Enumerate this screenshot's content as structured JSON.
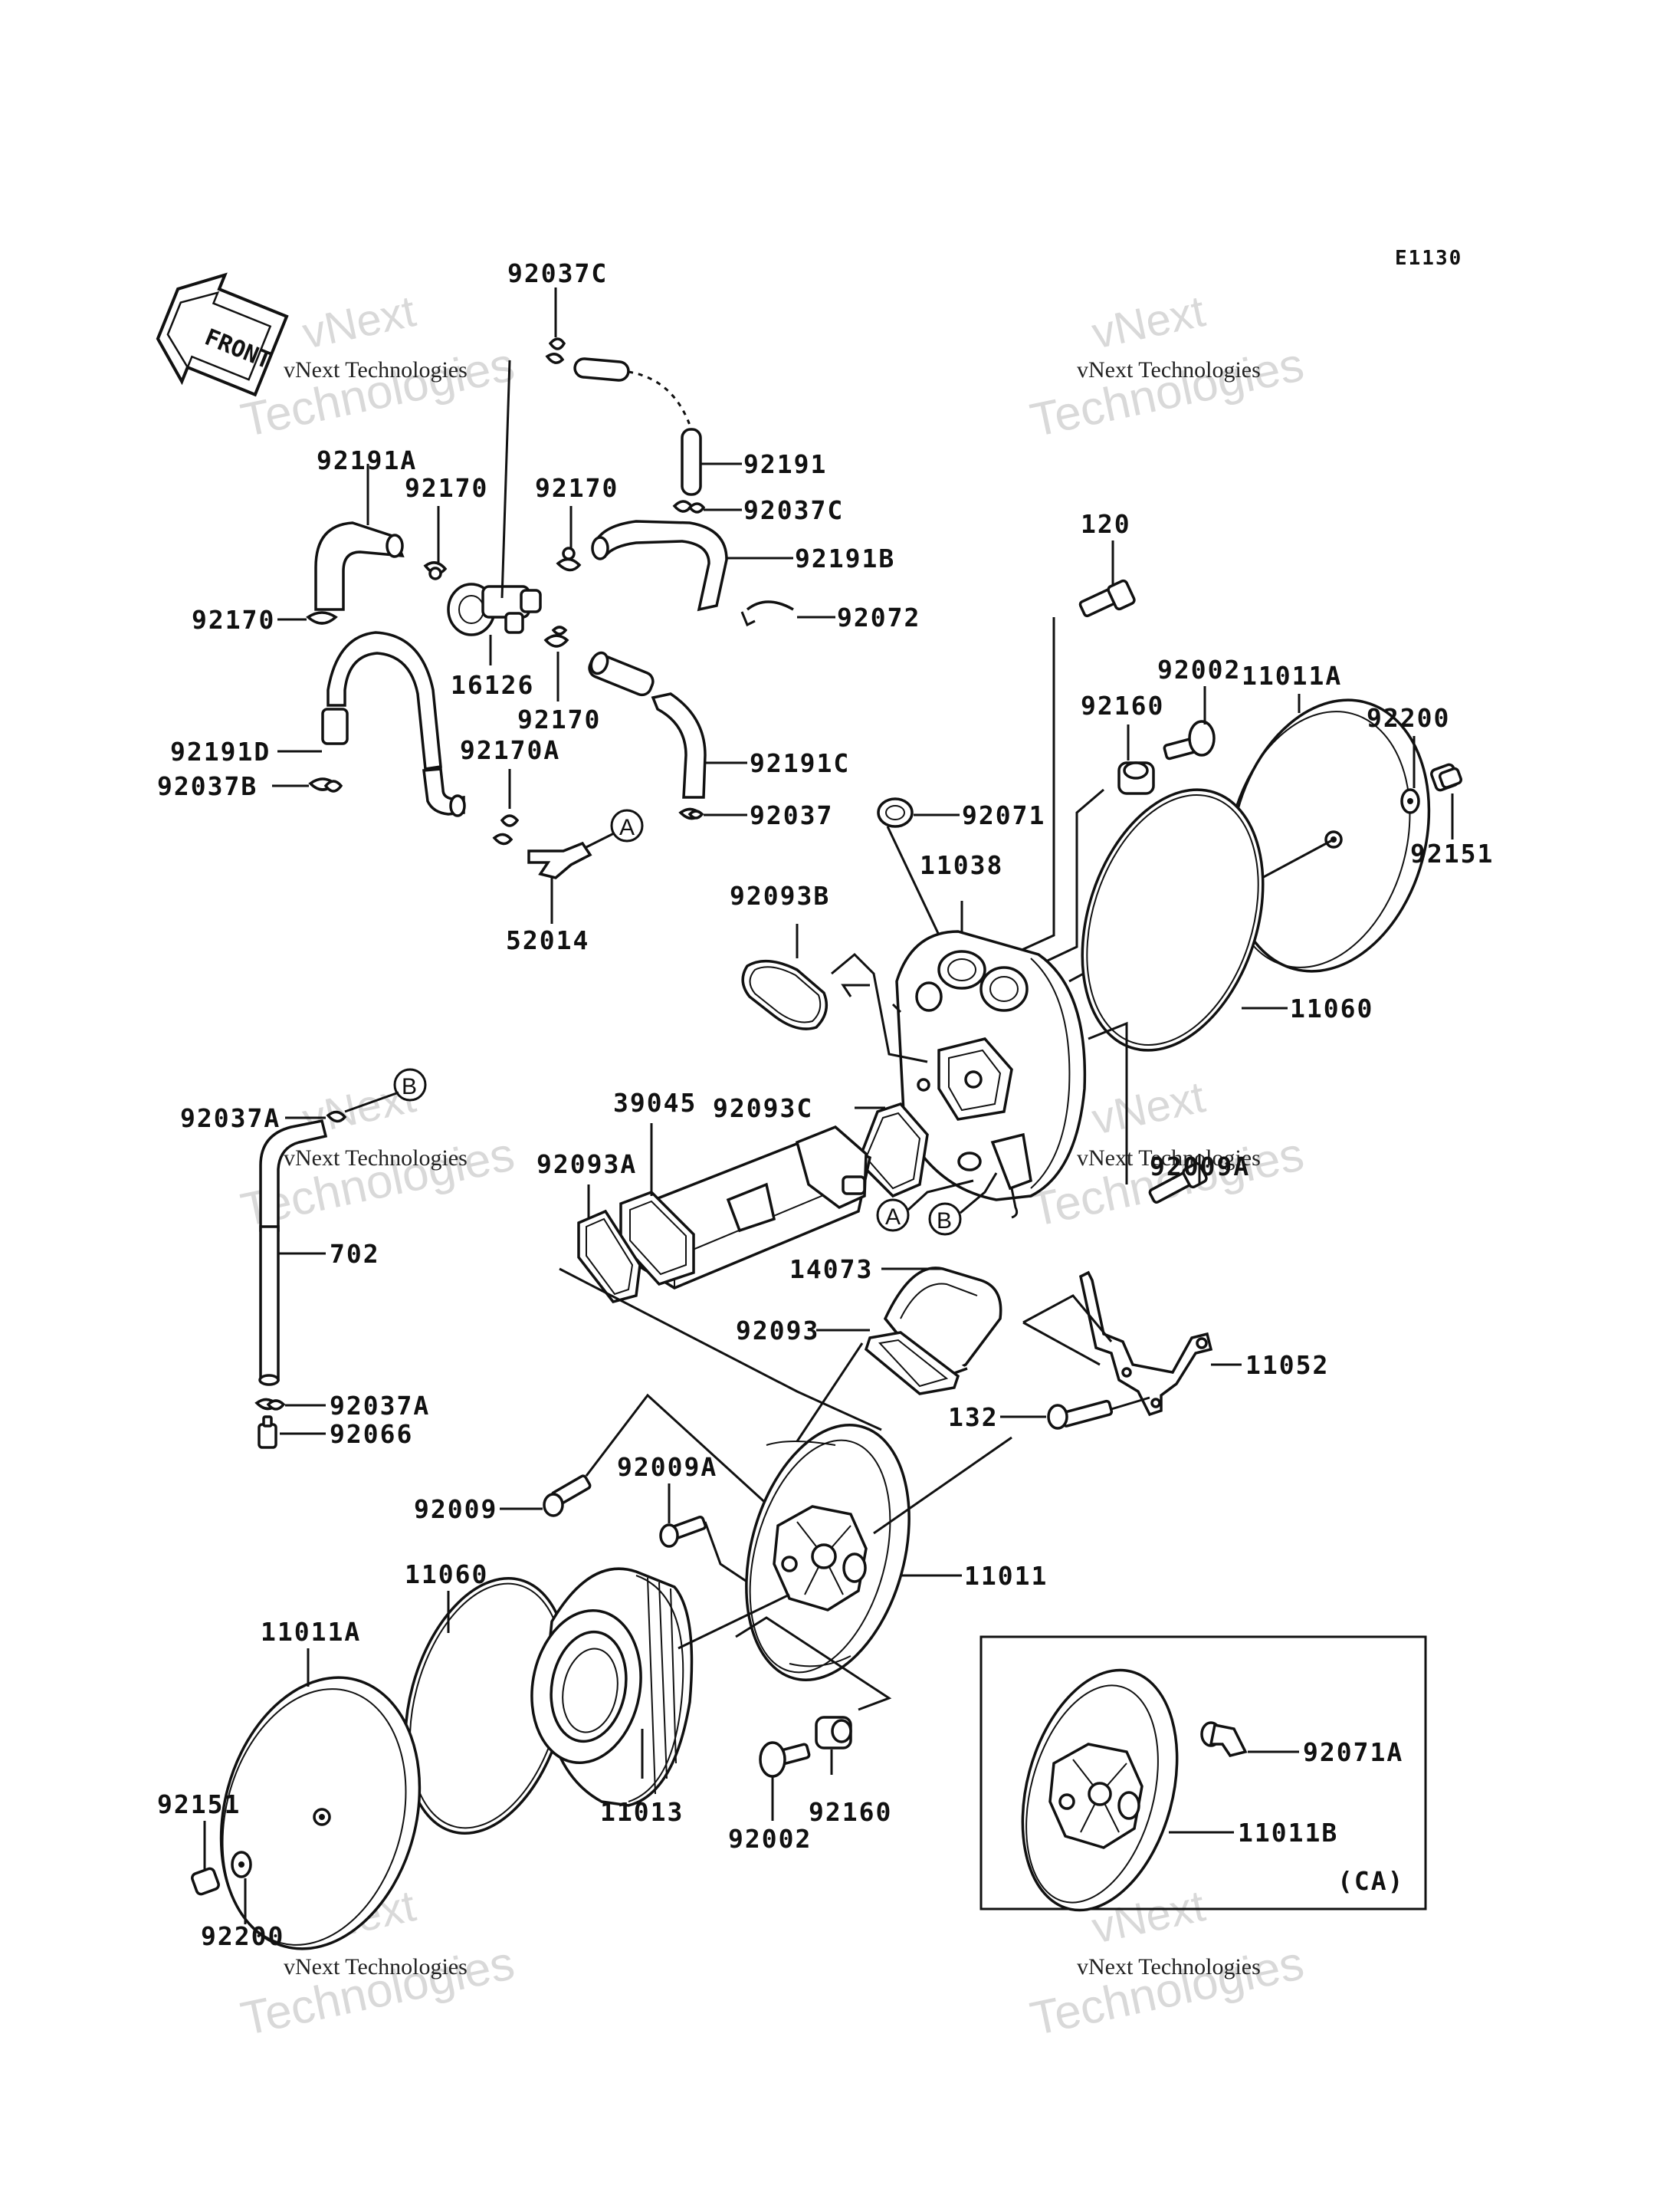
{
  "diagram": {
    "code": "E1130",
    "front_label": "FRONT",
    "variant_label": "(CA)",
    "watermark": {
      "brand": "vNext",
      "name": "Technologies",
      "caption": "vNext Technologies"
    },
    "refs": {
      "a": "A",
      "b": "B"
    },
    "labels": {
      "p92037c_top": "92037C",
      "p92191": "92191",
      "p92037c_mid": "92037C",
      "p92191a": "92191A",
      "p92170_a": "92170",
      "p92170_b": "92170",
      "p92191b": "92191B",
      "p92170_left": "92170",
      "p92072": "92072",
      "p16126": "16126",
      "p92170_c": "92170",
      "p92191d": "92191D",
      "p92037b": "92037B",
      "p92170a": "92170A",
      "p92191c": "92191C",
      "p92037": "92037",
      "p52014": "52014",
      "p120": "120",
      "p92002_top": "92002",
      "p11011a_top": "11011A",
      "p92160_top": "92160",
      "p92200_top": "92200",
      "p92151_top": "92151",
      "p92071": "92071",
      "p11038": "11038",
      "p92093b": "92093B",
      "p11060_top": "11060",
      "p92037a_top": "92037A",
      "p39045": "39045",
      "p92093c": "92093C",
      "p92093a": "92093A",
      "p92009a_right": "92009A",
      "p702": "702",
      "p14073": "14073",
      "p92093": "92093",
      "p11052": "11052",
      "p132": "132",
      "p92037a_bot": "92037A",
      "p92066": "92066",
      "p92009": "92009",
      "p92009a_mid": "92009A",
      "p11060_bot": "11060",
      "p11011": "11011",
      "p11011a_bot": "11011A",
      "p92071a": "92071A",
      "p11011b": "11011B",
      "p92151_bot": "92151",
      "p11013": "11013",
      "p92160_bot": "92160",
      "p92002_bot": "92002",
      "p92200_bot": "92200"
    }
  }
}
